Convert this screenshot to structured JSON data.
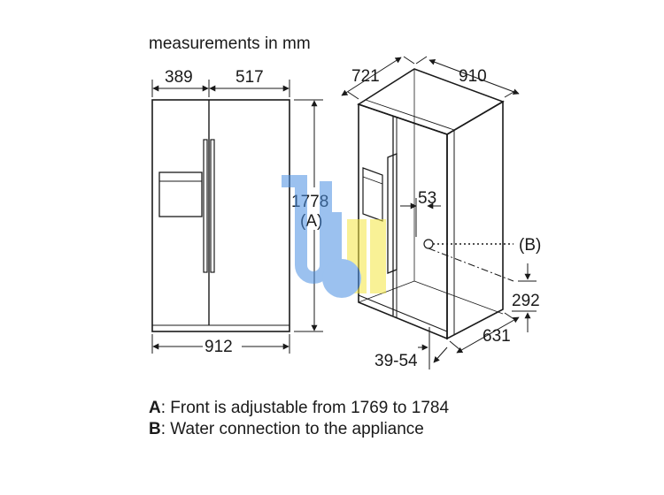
{
  "heading": "measurements in mm",
  "front_view": {
    "left_door_width": "389",
    "right_door_width": "517",
    "total_width": "912",
    "height": "1778",
    "height_note": "(A)"
  },
  "side_view": {
    "door_depth": "721",
    "width": "910",
    "handle_offset": "53",
    "water_label": "(B)",
    "water_height": "292",
    "depth": "631",
    "wall_gap": "39-54"
  },
  "legend": [
    {
      "key": "A",
      "text": ": Front is adjustable from 1769 to 1784"
    },
    {
      "key": "B",
      "text": ": Water connection to the appliance"
    }
  ],
  "colors": {
    "line": "#1a1a1a",
    "watermark_blue": "#4a90e2",
    "watermark_yellow": "#f5e642"
  }
}
